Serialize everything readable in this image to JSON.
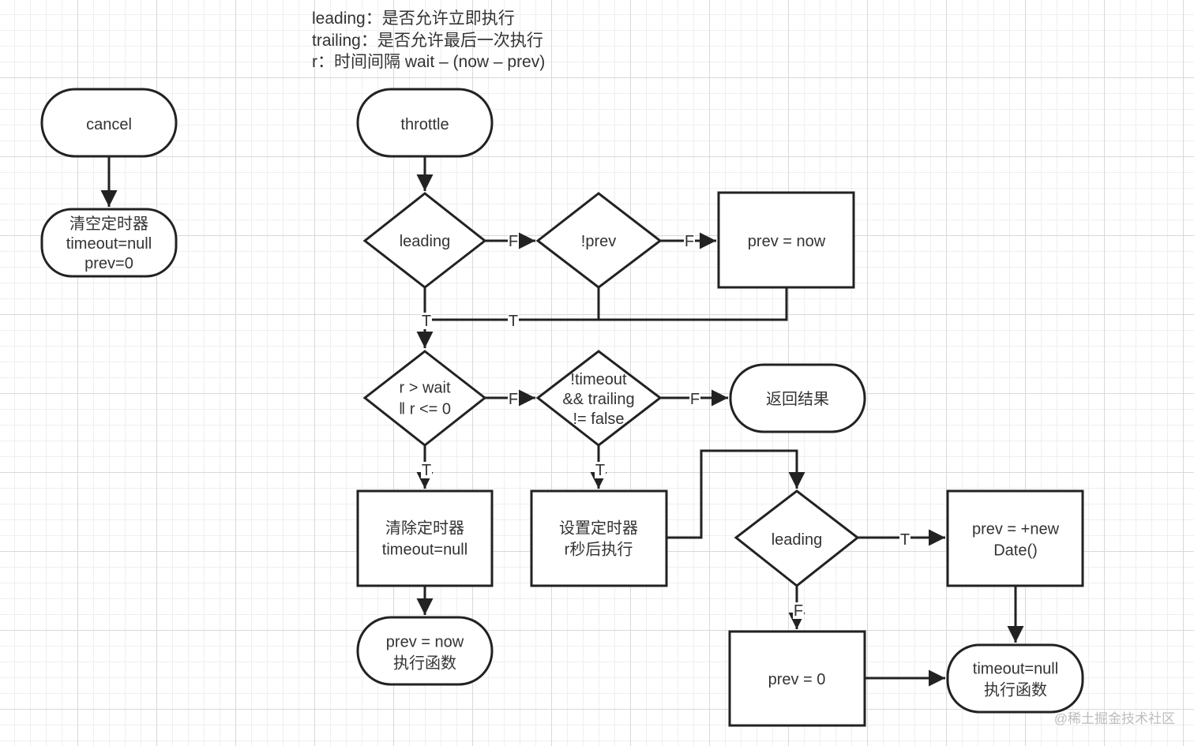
{
  "notes": [
    "leading：是否允许立即执行",
    "trailing：是否允许最后一次执行",
    "r：时间间隔 wait – (now – prev)"
  ],
  "nodes": {
    "cancel": [
      "cancel"
    ],
    "clear_timer_cancel": [
      "清空定时器",
      "timeout=null",
      "prev=0"
    ],
    "throttle": [
      "throttle"
    ],
    "leading_check": [
      "leading"
    ],
    "not_prev": [
      "!prev"
    ],
    "prev_now_1": [
      "prev = now"
    ],
    "r_wait": [
      "r > wait",
      "‖ r <= 0"
    ],
    "timeout_trailing": [
      "!timeout",
      "&& trailing",
      "!= false"
    ],
    "return_result": [
      "返回结果"
    ],
    "clear_timer": [
      "清除定时器",
      "timeout=null"
    ],
    "set_timer": [
      "设置定时器",
      "r秒后执行"
    ],
    "leading_check_2": [
      "leading"
    ],
    "prev_new_date": [
      "prev = +new",
      "Date()"
    ],
    "prev_now_exec": [
      "prev = now",
      "执行函数"
    ],
    "prev_zero": [
      "prev = 0"
    ],
    "timeout_null_exec": [
      "timeout=null",
      "执行函数"
    ]
  },
  "edge_labels": {
    "leading_false": "F",
    "not_prev_false": "F",
    "leading_true": "T",
    "not_prev_true": "T",
    "r_wait_false": "F",
    "timeout_trailing_false": "F",
    "r_wait_true": "T",
    "timeout_trailing_true": "T",
    "leading2_true": "T",
    "leading2_false": "F"
  },
  "watermark": "@稀土掘金技术社区"
}
